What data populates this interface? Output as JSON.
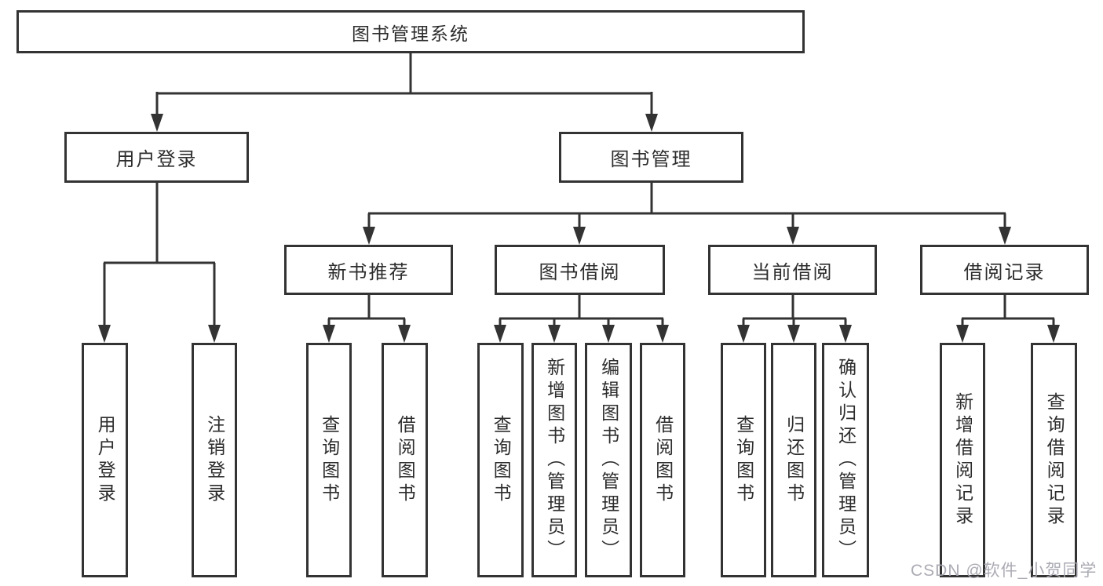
{
  "diagram": {
    "type": "hierarchy-tree",
    "nodes": {
      "root": {
        "label": "图书管理系统"
      },
      "level2": [
        {
          "id": "user-login",
          "label": "用户登录",
          "parent": "root"
        },
        {
          "id": "book-management",
          "label": "图书管理",
          "parent": "root"
        }
      ],
      "level3": [
        {
          "id": "new-book-recommend",
          "label": "新书推荐",
          "parent": "book-management"
        },
        {
          "id": "book-borrow",
          "label": "图书借阅",
          "parent": "book-management"
        },
        {
          "id": "current-borrow",
          "label": "当前借阅",
          "parent": "book-management"
        },
        {
          "id": "borrow-records",
          "label": "借阅记录",
          "parent": "book-management"
        }
      ],
      "leaves": [
        {
          "id": "leaf-user-login",
          "label": "用户登录",
          "parent": "user-login"
        },
        {
          "id": "leaf-logout",
          "label": "注销登录",
          "parent": "user-login"
        },
        {
          "id": "leaf-query-books-recommend",
          "label": "查询图书",
          "parent": "new-book-recommend"
        },
        {
          "id": "leaf-borrow-books-recommend",
          "label": "借阅图书",
          "parent": "new-book-recommend"
        },
        {
          "id": "leaf-query-books-borrow",
          "label": "查询图书",
          "parent": "book-borrow"
        },
        {
          "id": "leaf-add-book-admin",
          "label": "新增图书（管理员）",
          "parent": "book-borrow"
        },
        {
          "id": "leaf-edit-book-admin",
          "label": "编辑图书（管理员）",
          "parent": "book-borrow"
        },
        {
          "id": "leaf-borrow-books",
          "label": "借阅图书",
          "parent": "book-borrow"
        },
        {
          "id": "leaf-query-books-current",
          "label": "查询图书",
          "parent": "current-borrow"
        },
        {
          "id": "leaf-return-book",
          "label": "归还图书",
          "parent": "current-borrow"
        },
        {
          "id": "leaf-confirm-return-admin",
          "label": "确认归还（管理员）",
          "parent": "current-borrow"
        },
        {
          "id": "leaf-add-borrow-record",
          "label": "新增借阅记录",
          "parent": "borrow-records"
        },
        {
          "id": "leaf-query-borrow-record",
          "label": "查询借阅记录",
          "parent": "borrow-records"
        }
      ]
    },
    "colors": {
      "line": "#333333",
      "text": "#2d2d2d",
      "background": "#ffffff",
      "watermark": "#a7a7b0"
    }
  },
  "watermark": {
    "text": "CSDN @软件_小贺同学"
  }
}
